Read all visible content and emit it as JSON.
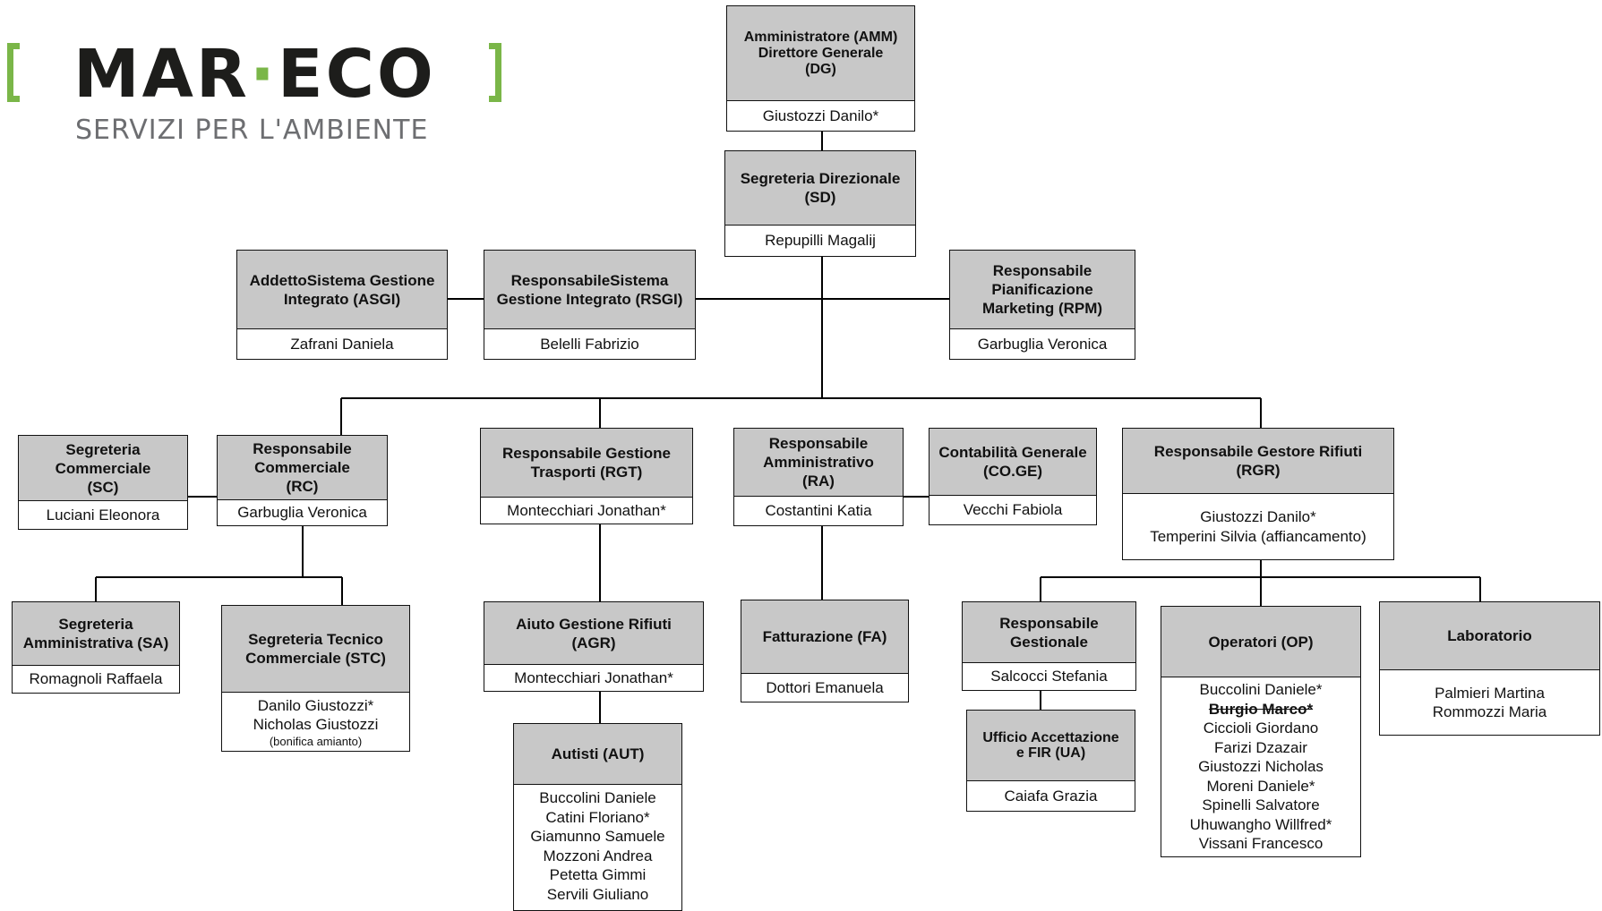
{
  "logo": {
    "brand_left": "MAR",
    "brand_dot": "·",
    "brand_right": "ECO",
    "tagline": "SERVIZI PER L'AMBIENTE",
    "accent_color": "#7ab648",
    "text_color": "#1d1d1b"
  },
  "colors": {
    "header_fill": "#c8c8c8",
    "border": "#111111"
  },
  "nodes": {
    "amm": {
      "title": "Amministratore (AMM)\nDirettore Generale\n(DG)",
      "people": [
        "Giustozzi Danilo*"
      ]
    },
    "sd": {
      "title": "Segreteria Direzionale\n(SD)",
      "people": [
        "Repupilli Magalij"
      ]
    },
    "asgi": {
      "title": "AddettoSistema Gestione\nIntegrato (ASGI)",
      "people": [
        "Zafrani Daniela"
      ]
    },
    "rsgi": {
      "title": "ResponsabileSistema\nGestione Integrato (RSGI)",
      "people": [
        "Belelli Fabrizio"
      ]
    },
    "rpm": {
      "title": "Responsabile\nPianificazione\nMarketing (RPM)",
      "people": [
        "Garbuglia Veronica"
      ]
    },
    "sc": {
      "title": "Segreteria\nCommerciale\n(SC)",
      "people": [
        "Luciani Eleonora"
      ]
    },
    "rc": {
      "title": "Responsabile\nCommerciale\n(RC)",
      "people": [
        "Garbuglia Veronica"
      ]
    },
    "rgt": {
      "title": "Responsabile Gestione\nTrasporti (RGT)",
      "people": [
        "Montecchiari Jonathan*"
      ]
    },
    "ra": {
      "title": "Responsabile\nAmministrativo\n(RA)",
      "people": [
        "Costantini Katia"
      ]
    },
    "coge": {
      "title": "Contabilità Generale\n(CO.GE)",
      "people": [
        "Vecchi Fabiola"
      ]
    },
    "rgr": {
      "title": "Responsabile Gestore Rifiuti\n(RGR)",
      "people": [
        "Giustozzi Danilo*",
        "Temperini Silvia (affiancamento)"
      ]
    },
    "sa": {
      "title": "Segreteria\nAmministrativa (SA)",
      "people": [
        "Romagnoli Raffaela"
      ]
    },
    "stc": {
      "title": "Segreteria Tecnico\nCommerciale (STC)",
      "people": [
        "Danilo Giustozzi*",
        "Nicholas Giustozzi"
      ],
      "note": "(bonifica amianto)"
    },
    "agr": {
      "title": "Aiuto Gestione Rifiuti\n(AGR)",
      "people": [
        "Montecchiari Jonathan*"
      ]
    },
    "fa": {
      "title": "Fatturazione (FA)",
      "people": [
        "Dottori Emanuela"
      ]
    },
    "rg": {
      "title": "Responsabile\nGestionale",
      "people": [
        "Salcocci Stefania"
      ]
    },
    "ua": {
      "title": "Ufficio Accettazione\ne FIR (UA)",
      "people": [
        "Caiafa Grazia"
      ]
    },
    "op": {
      "title": "Operatori (OP)",
      "people": [
        "Buccolini Daniele*",
        "Burgio Marco*",
        "Ciccioli Giordano",
        "Farizi Dzazair",
        "Giustozzi Nicholas",
        "Moreni Daniele*",
        "Spinelli Salvatore",
        "Uhuwangho Willfred*",
        "Vissani Francesco"
      ],
      "struck": [
        "Burgio Marco*"
      ]
    },
    "lab": {
      "title": "Laboratorio",
      "people": [
        "Palmieri Martina",
        "Rommozzi Maria"
      ]
    },
    "aut": {
      "title": "Autisti (AUT)",
      "people": [
        "Buccolini Daniele",
        "Catini Floriano*",
        "Giamunno Samuele",
        "Mozzoni Andrea",
        "Petetta Gimmi",
        "Servili Giuliano"
      ]
    }
  }
}
